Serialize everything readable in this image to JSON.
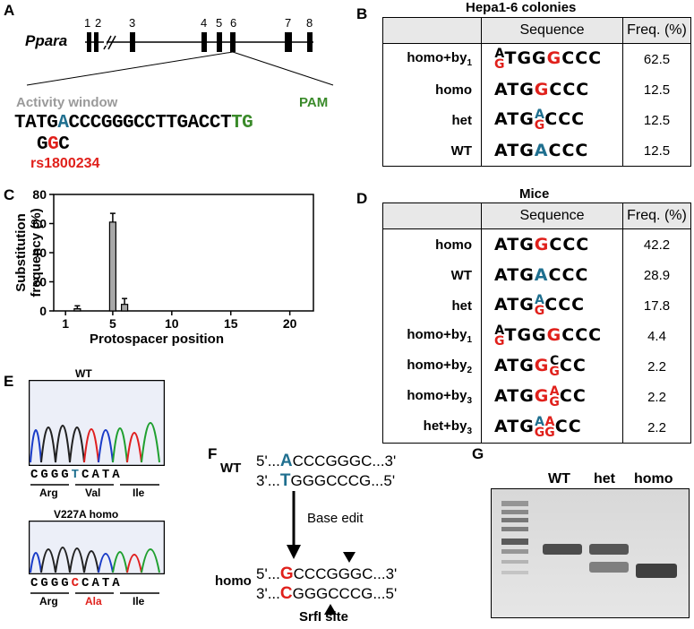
{
  "panels": {
    "A": "A",
    "B": "B",
    "C": "C",
    "D": "D",
    "E": "E",
    "F": "F",
    "G": "G"
  },
  "panelA": {
    "gene": "Ppara",
    "exons": [
      "1",
      "2",
      "3",
      "4",
      "5",
      "6",
      "7",
      "8"
    ],
    "activity_window": "Activity window",
    "pam": "PAM",
    "seq_pre": "TATG",
    "seq_target": "A",
    "seq_mid": "CCCGGGCCTTGACCT",
    "seq_pam": "TG",
    "alt_pre": "G",
    "alt_mid": "G",
    "alt_post": "C",
    "snp": "rs1800234"
  },
  "panelB": {
    "title": "Hepa1-6 colonies",
    "headers": [
      "",
      "Sequence",
      "Freq. (%)"
    ],
    "rows": [
      {
        "label": "homo+by1",
        "freq": "62.5"
      },
      {
        "label": "homo",
        "freq": "12.5"
      },
      {
        "label": "het",
        "freq": "12.5"
      },
      {
        "label": "WT",
        "freq": "12.5"
      }
    ]
  },
  "panelD": {
    "title": "Mice",
    "headers": [
      "",
      "Sequence",
      "Freq. (%)"
    ],
    "rows": [
      {
        "label": "homo",
        "freq": "42.2"
      },
      {
        "label": "WT",
        "freq": "28.9"
      },
      {
        "label": "het",
        "freq": "17.8"
      },
      {
        "label": "homo+by1",
        "freq": "4.4"
      },
      {
        "label": "homo+by2",
        "freq": "2.2"
      },
      {
        "label": "homo+by3",
        "freq": "2.2"
      },
      {
        "label": "het+by3",
        "freq": "2.2"
      }
    ]
  },
  "chart_data": {
    "type": "bar",
    "x": [
      2,
      5,
      6
    ],
    "values": [
      1.5,
      61,
      4.5
    ],
    "errors": [
      2,
      6,
      4
    ],
    "xlabel": "Protospacer position",
    "ylabel": "Substitution frequency (%)",
    "xlim": [
      0,
      22
    ],
    "ylim": [
      0,
      80
    ],
    "xticks": [
      "1",
      "5",
      "10",
      "15",
      "20"
    ],
    "yticks": [
      "0",
      "20",
      "40",
      "60",
      "80"
    ]
  },
  "panelE": {
    "wt_title": "WT",
    "wt_seq": [
      "C",
      "G",
      "G",
      "G",
      "T",
      "C",
      "A",
      "T",
      "A"
    ],
    "wt_aa": [
      "Arg",
      "Val",
      "Ile"
    ],
    "mut_title": "V227A homo",
    "mut_seq": [
      "C",
      "G",
      "G",
      "G",
      "C",
      "C",
      "A",
      "T",
      "A"
    ],
    "mut_aa": [
      "Arg",
      "Ala",
      "Ile"
    ]
  },
  "panelF": {
    "wt_label": "WT",
    "wt_top": [
      "5'...",
      "A",
      "CCCGGGC...3'"
    ],
    "wt_bottom": [
      "3'...",
      "T",
      "GGGCCCG...5'"
    ],
    "edit_label": "Base edit",
    "homo_label": "homo",
    "homo_top": [
      "5'...",
      "G",
      "CCCGGGC...3'"
    ],
    "homo_bottom": [
      "3'...",
      "C",
      "GGGCCCG...5'"
    ],
    "site_label": "SrfI site"
  },
  "panelG": {
    "lanes": [
      "WT",
      "het",
      "homo"
    ]
  }
}
